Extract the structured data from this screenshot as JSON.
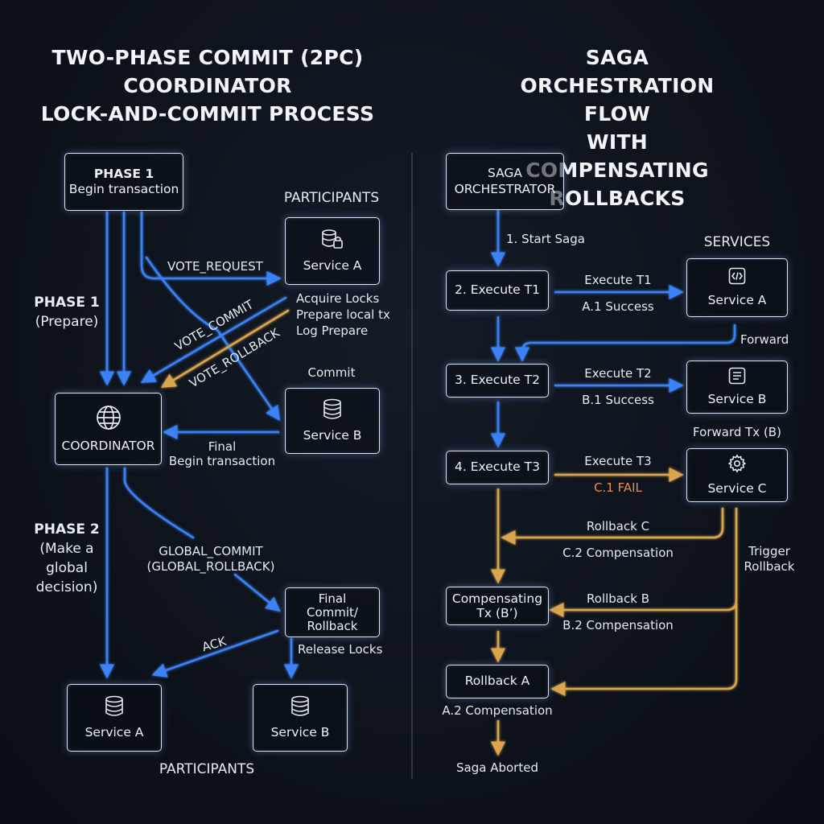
{
  "left": {
    "title_lines": [
      "TWO-PHASE COMMIT (2PC)",
      "COORDINATOR",
      "LOCK-AND-COMMIT PROCESS"
    ],
    "phase1_box": {
      "title": "PHASE 1",
      "subtitle": "Begin transaction"
    },
    "participants_top": "PARTICIPANTS",
    "service_a_top": "Service A",
    "service_b_top": "Service B",
    "coordinator": "COORDINATOR",
    "phase1_side": {
      "title": "PHASE 1",
      "sub": "(Prepare)"
    },
    "phase2_side": {
      "title": "PHASE 2",
      "lines": [
        "(Make a",
        "global",
        "decision)"
      ]
    },
    "vote_request": "VOTE_REQUEST",
    "vote_commit": "VOTE_COMMIT",
    "vote_rollback": "VOTE_ROLLBACK",
    "acquire": [
      "Acquire Locks",
      "Prepare local tx",
      "Log Prepare"
    ],
    "commit_label": "Commit",
    "final_begin": [
      "Final",
      "Begin transaction"
    ],
    "global_commit": [
      "GLOBAL_COMMIT",
      "(GLOBAL_ROLLBACK)"
    ],
    "final_box": [
      "Final",
      "Commit/",
      "Rollback"
    ],
    "release_locks": "Release Locks",
    "ack": "ACK",
    "service_a_bottom": "Service A",
    "service_b_bottom": "Service B",
    "participants_bottom": "PARTICIPANTS"
  },
  "right": {
    "title_lines": [
      "SAGA ORCHESTRATION FLOW",
      "WITH COMPENSATING",
      "ROLLBACKS"
    ],
    "orchestrator": [
      "SAGA",
      "ORCHESTRATOR"
    ],
    "start_saga": "1. Start Saga",
    "services_label": "SERVICES",
    "exec_t1": "2. Execute T1",
    "exec_t2": "3. Execute T2",
    "exec_t3": "4. Execute T3",
    "service_a": "Service A",
    "service_b": "Service B",
    "service_c": "Service C",
    "arrow_t1": "Execute T1",
    "a1_success": "A.1 Success",
    "forward": "Forward",
    "arrow_t2": "Execute T2",
    "b1_success": "B.1 Success",
    "forward_tx_b": "Forward Tx (B)",
    "arrow_t3": "Execute T3",
    "c1_fail": "C.1 FAIL",
    "rollback_c": "Rollback C",
    "c2_comp": "C.2 Compensation",
    "trigger_rollback": [
      "Trigger",
      "Rollback"
    ],
    "compensating_tx": [
      "Compensating",
      "Tx (B’)"
    ],
    "rollback_b": "Rollback B",
    "b2_comp": "B.2 Compensation",
    "rollback_a": "Rollback A",
    "a2_comp": "A.2 Compensation",
    "saga_aborted": "Saga Aborted"
  },
  "colors": {
    "blue": "#3b82f6",
    "amber": "#d9a550",
    "fail": "#f08a4b",
    "divider": "#3a4250"
  },
  "icons": [
    "database-lock-icon",
    "globe-icon",
    "database-icon",
    "code-icon",
    "document-icon",
    "gear-icon"
  ]
}
